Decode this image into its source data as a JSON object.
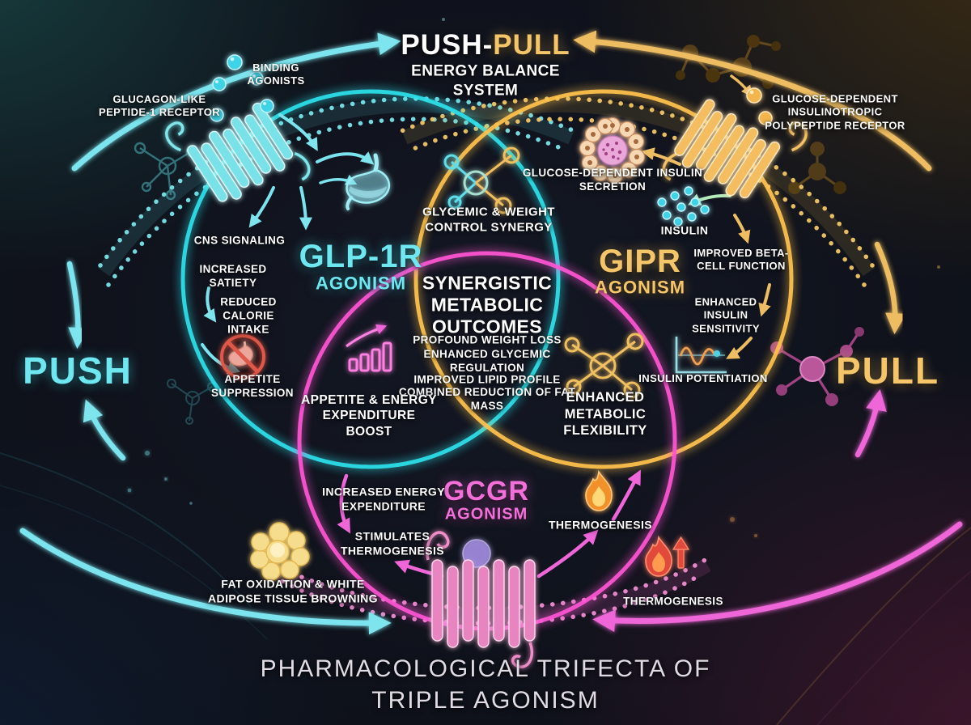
{
  "header": {
    "title_push": "PUSH-",
    "title_pull": "PULL",
    "subtitle": "ENERGY BALANCE SYSTEM"
  },
  "sides": {
    "push": "PUSH",
    "pull": "PULL"
  },
  "footer": {
    "title": "PHARMACOLOGICAL TRIFECTA OF TRIPLE AGONISM"
  },
  "glp1r": {
    "receptor_label": "GLUCAGON-LIKE PEPTIDE-1 RECEPTOR",
    "binding_label": "BINDING AGONISTS",
    "name": "GLP-1R",
    "name_sub": "AGONISM",
    "effects": [
      "CNS SIGNALING",
      "INCREASED SATIETY",
      "REDUCED CALORIE INTAKE",
      "APPETITE SUPPRESSION"
    ]
  },
  "gipr": {
    "receptor_label": "GLUCOSE-DEPENDENT INSULINOTROPIC POLYPEPTIDE RECEPTOR",
    "name": "GIPR",
    "name_sub": "AGONISM",
    "effects": [
      "GLUCOSE-DEPENDENT INSULIN SECRETION",
      "INSULIN",
      "IMPROVED BETA-CELL FUNCTION",
      "ENHANCED INSULIN SENSITIVITY",
      "INSULIN POTENTIATION"
    ]
  },
  "gcgr": {
    "name": "GCGR",
    "name_sub": "AGONISM",
    "effects": [
      "INCREASED ENERGY EXPENDITURE",
      "STIMULATES THERMOGENESIS",
      "THERMOGENESIS",
      "THERMOGENESIS"
    ],
    "fat_oxidation": "FAT OXIDATION & WHITE ADIPOSE TISSUE BROWNING"
  },
  "overlaps": {
    "glp1r_gipr": "GLYCEMIC & WEIGHT CONTROL SYNERGY",
    "glp1r_gcgr": "APPETITE & ENERGY EXPENDITURE BOOST",
    "gipr_gcgr": "ENHANCED METABOLIC FLEXIBILITY"
  },
  "center": {
    "title": "SYNERGISTIC METABOLIC OUTCOMES",
    "items": [
      "PROFOUND WEIGHT LOSS",
      "ENHANCED GLYCEMIC REGULATION",
      "IMPROVED LIPID PROFILE",
      "COMBINED REDUCTION OF FAT MASS"
    ]
  },
  "colors": {
    "cyan": "#4fe3ec",
    "gold": "#f5c35e",
    "pink": "#f25cd7",
    "red": "#e05140",
    "white": "#ffffff"
  },
  "icons": [
    "glp1-receptor-icon",
    "gip-receptor-icon",
    "gcg-receptor-icon",
    "stomach-icon",
    "appetite-suppression-icon",
    "bar-chart-up-icon",
    "molecule-icon",
    "islet-cell-icon",
    "insulin-dots-icon",
    "wave-chart-icon",
    "flame-icon",
    "flame-up-icon",
    "adipose-cell-icon",
    "agonist-spheres-icon"
  ]
}
